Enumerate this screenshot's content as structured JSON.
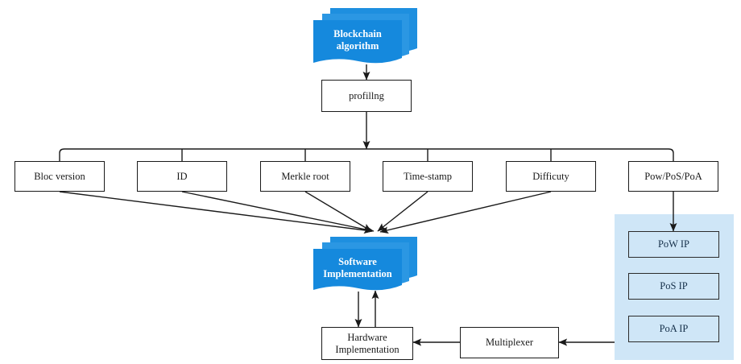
{
  "diagram": {
    "title": "Blockchain algorithm profiling and implementation flow",
    "colors": {
      "document_blue": "#1589dd",
      "document_blue_mid": "#2b97e3",
      "document_blue_back": "#1e8fdf",
      "panel_fill": "#cfe6f7",
      "ip_box_fill": "#cfe6f7",
      "stroke": "#1a1a1a",
      "box_fill": "#ffffff",
      "doc_text": "#ffffff"
    },
    "nodes": {
      "blockchain_algorithm": {
        "label_line1": "Blockchain",
        "label_line2": "algorithm",
        "shape": "multi-document"
      },
      "profiling": {
        "label": "profillng",
        "shape": "rectangle"
      },
      "attributes": [
        {
          "id": "bloc-version",
          "label": "Bloc version"
        },
        {
          "id": "id",
          "label": "ID"
        },
        {
          "id": "merkle-root",
          "label": "Merkle root"
        },
        {
          "id": "time-stamp",
          "label": "Time-stamp"
        },
        {
          "id": "difficuty",
          "label": "Difficuty"
        },
        {
          "id": "pow-pos-poa",
          "label": "Pow/PoS/PoA"
        }
      ],
      "software_implementation": {
        "label_line1": "Software",
        "label_line2": "Implementation",
        "shape": "multi-document"
      },
      "hardware_implementation": {
        "label_line1": "Hardware",
        "label_line2": "Implementation",
        "shape": "rectangle"
      },
      "multiplexer": {
        "label": "Multiplexer",
        "shape": "rectangle"
      },
      "ip_blocks": [
        {
          "id": "pow-ip",
          "label": "PoW IP"
        },
        {
          "id": "pos-ip",
          "label": "PoS IP"
        },
        {
          "id": "poa-ip",
          "label": "PoA IP"
        }
      ]
    },
    "edges": [
      {
        "from": "blockchain_algorithm",
        "to": "profiling",
        "type": "arrow-down"
      },
      {
        "from": "profiling",
        "to": "attribute-bus",
        "type": "arrow-down"
      },
      {
        "from": "attribute-bus",
        "to": "bloc-version",
        "type": "branch"
      },
      {
        "from": "attribute-bus",
        "to": "id",
        "type": "branch"
      },
      {
        "from": "attribute-bus",
        "to": "merkle-root",
        "type": "branch"
      },
      {
        "from": "attribute-bus",
        "to": "time-stamp",
        "type": "branch"
      },
      {
        "from": "attribute-bus",
        "to": "difficuty",
        "type": "branch"
      },
      {
        "from": "attribute-bus",
        "to": "pow-pos-poa",
        "type": "branch"
      },
      {
        "from": "bloc-version",
        "to": "software_implementation",
        "type": "arrow-diagonal"
      },
      {
        "from": "id",
        "to": "software_implementation",
        "type": "arrow-diagonal"
      },
      {
        "from": "merkle-root",
        "to": "software_implementation",
        "type": "arrow-diagonal"
      },
      {
        "from": "time-stamp",
        "to": "software_implementation",
        "type": "arrow-diagonal"
      },
      {
        "from": "difficuty",
        "to": "software_implementation",
        "type": "arrow-diagonal"
      },
      {
        "from": "software_implementation",
        "to": "hardware_implementation",
        "type": "arrow-down"
      },
      {
        "from": "hardware_implementation",
        "to": "software_implementation",
        "type": "arrow-up"
      },
      {
        "from": "pow-pos-poa",
        "to": "pow-ip",
        "type": "arrow-down"
      },
      {
        "from": "ip-panel",
        "to": "multiplexer",
        "type": "arrow-left"
      },
      {
        "from": "multiplexer",
        "to": "hardware_implementation",
        "type": "arrow-left"
      }
    ]
  }
}
